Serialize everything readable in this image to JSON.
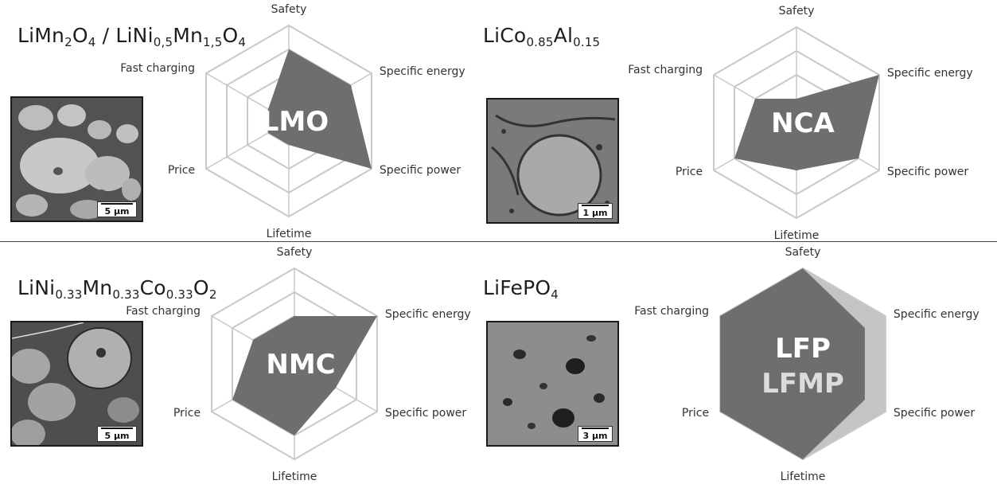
{
  "axes": [
    "Safety",
    "Specific energy",
    "Specific power",
    "Lifetime",
    "Price",
    "Fast charging"
  ],
  "colors": {
    "fill_dark": "#6e6e6e",
    "fill_light": "#c4c4c4",
    "grid": "#c8c8c8",
    "label_white": "#ffffff",
    "label_light": "#dcdcdc"
  },
  "panels": [
    {
      "id": "lmo",
      "formula": [
        [
          "LiMn",
          ""
        ],
        [
          "2",
          "sub"
        ],
        [
          "O",
          ""
        ],
        [
          "4",
          "sub"
        ],
        [
          " / LiNi",
          ""
        ],
        [
          "0,5",
          "sub"
        ],
        [
          "Mn",
          ""
        ],
        [
          "1,5",
          "sub"
        ],
        [
          "O",
          ""
        ],
        [
          "4",
          "sub"
        ]
      ],
      "chemistry": "LMO",
      "scale": "5 µm",
      "values": [
        0.75,
        0.75,
        1.0,
        0.25,
        0.25,
        0.25
      ]
    },
    {
      "id": "nca",
      "formula": [
        [
          "LiCo",
          ""
        ],
        [
          "0.85",
          "sub"
        ],
        [
          "Al",
          ""
        ],
        [
          "0.15",
          "sub"
        ]
      ],
      "chemistry": "NCA",
      "scale": "1 µm",
      "values": [
        0.25,
        1.0,
        0.75,
        0.5,
        0.75,
        0.5
      ]
    },
    {
      "id": "nmc",
      "formula": [
        [
          "LiNi",
          ""
        ],
        [
          "0.33",
          "sub"
        ],
        [
          "Mn",
          ""
        ],
        [
          "0.33",
          "sub"
        ],
        [
          "Co",
          ""
        ],
        [
          "0.33",
          "sub"
        ],
        [
          "O",
          ""
        ],
        [
          "2",
          "sub"
        ]
      ],
      "chemistry": "NMC",
      "scale": "5 µm",
      "values": [
        0.5,
        1.0,
        0.5,
        0.75,
        0.75,
        0.5
      ]
    },
    {
      "id": "lfp",
      "formula": [
        [
          "LiFePO",
          ""
        ],
        [
          "4",
          "sub"
        ]
      ],
      "chemistry": "LFP",
      "chemistry_secondary": "LFMP",
      "scale": "3 µm",
      "values": [
        1.0,
        0.75,
        0.75,
        1.0,
        1.0,
        1.0
      ],
      "values_secondary": [
        1.0,
        1.0,
        1.0,
        1.0,
        0.75,
        0.75
      ]
    }
  ]
}
